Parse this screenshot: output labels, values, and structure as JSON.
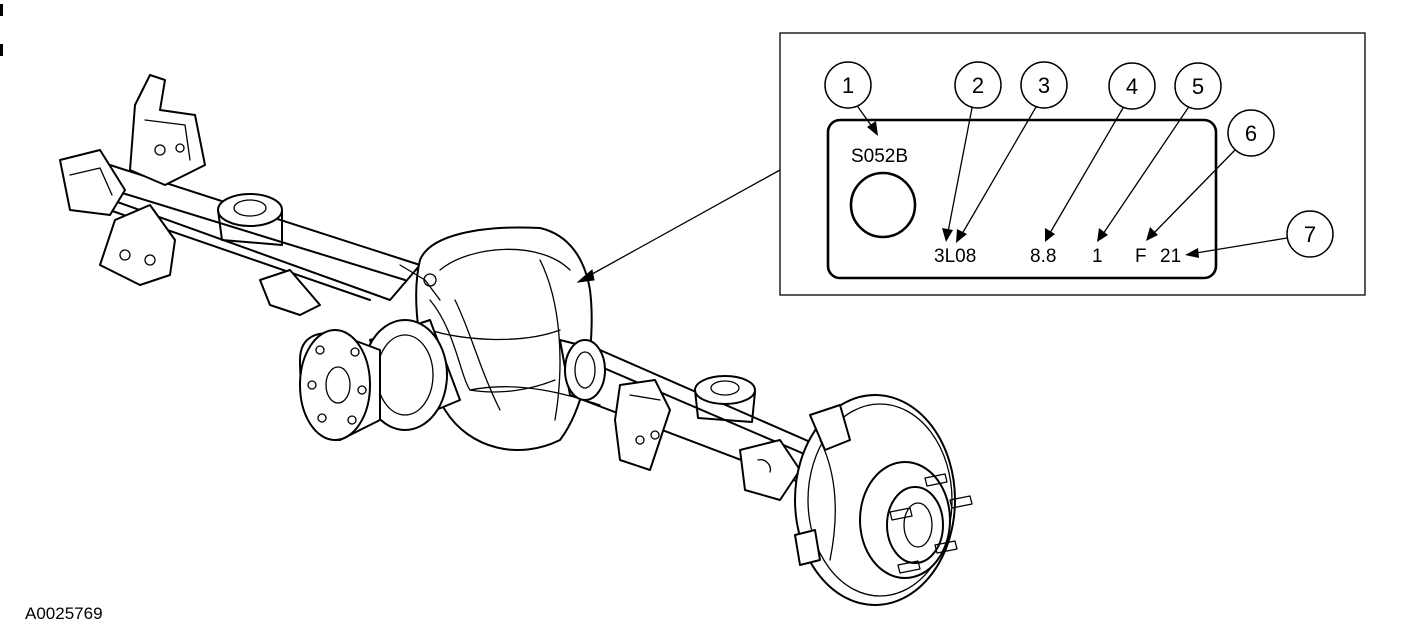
{
  "figure_id": "A0025769",
  "tag": {
    "code": "S052B",
    "ratio_code": "3L08",
    "ring_gear": "8.8",
    "suffix": "1",
    "plant": "F",
    "date_code": "21"
  },
  "callouts": [
    "1",
    "2",
    "3",
    "4",
    "5",
    "6",
    "7"
  ],
  "colors": {
    "line": "#000000",
    "background": "#ffffff"
  }
}
